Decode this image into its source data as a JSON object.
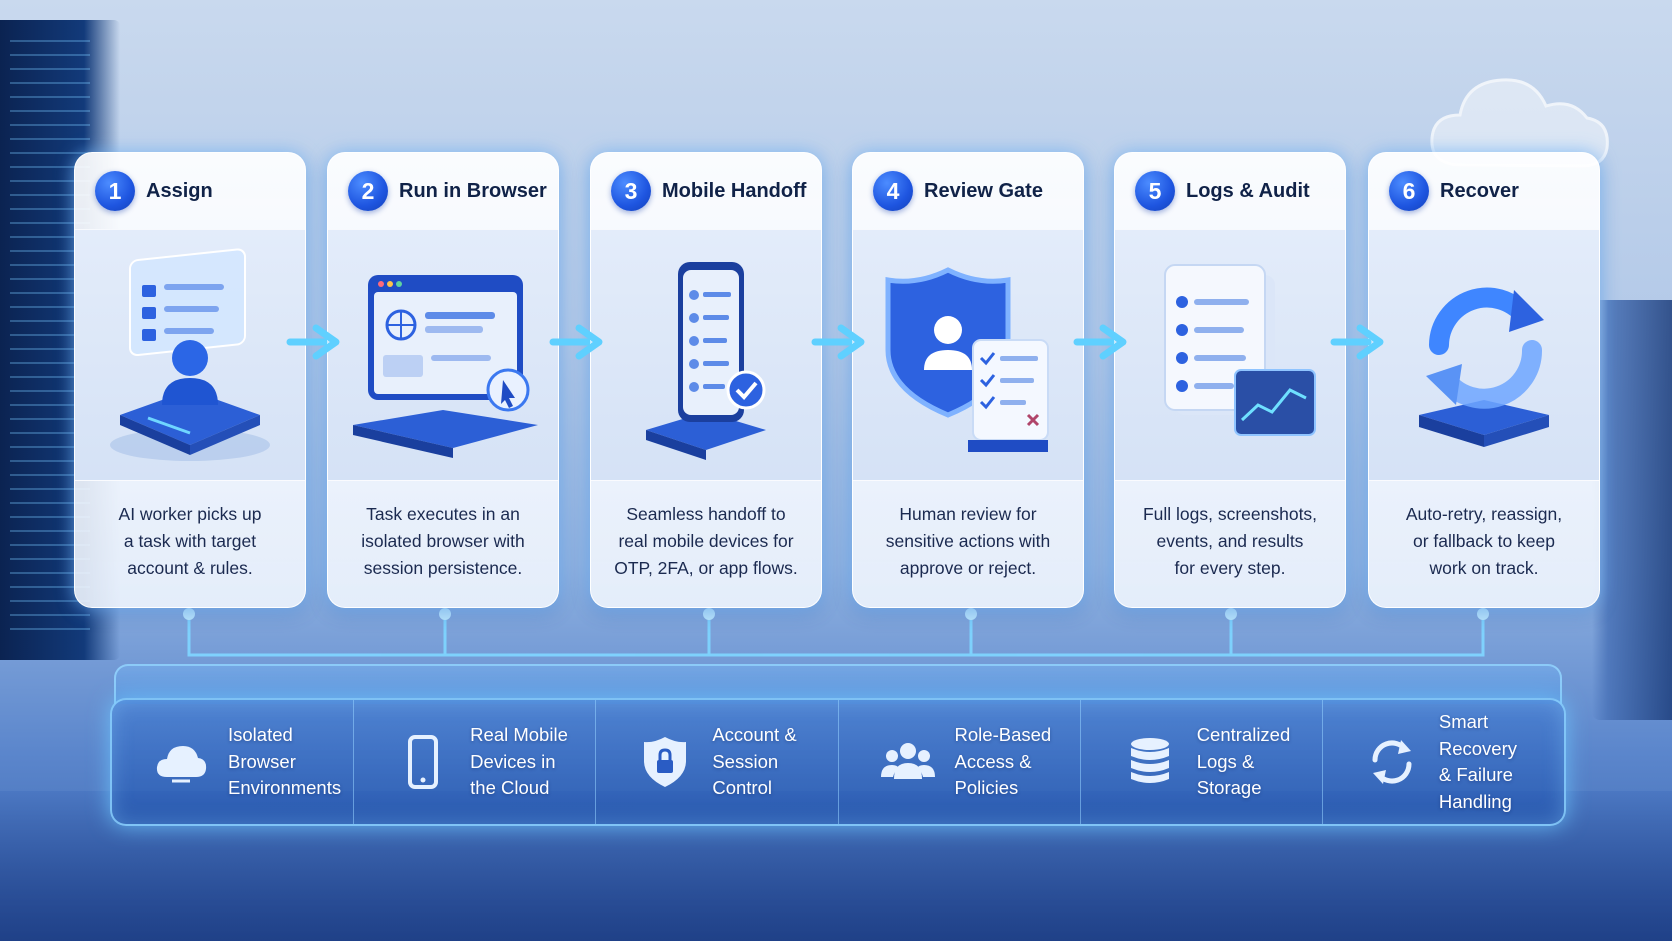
{
  "steps": [
    {
      "number": "1",
      "title": "Assign",
      "description": "AI worker picks up\na task with target\naccount & rules."
    },
    {
      "number": "2",
      "title": "Run in Browser",
      "description": "Task executes in an\nisolated browser with\nsession persistence."
    },
    {
      "number": "3",
      "title": "Mobile Handoff",
      "description": "Seamless handoff to\nreal mobile devices for\nOTP, 2FA, or app flows."
    },
    {
      "number": "4",
      "title": "Review Gate",
      "description": "Human review for\nsensitive actions with\napprove or reject."
    },
    {
      "number": "5",
      "title": "Logs & Audit",
      "description": "Full logs, screenshots,\nevents, and results\nfor every step."
    },
    {
      "number": "6",
      "title": "Recover",
      "description": "Auto-retry, reassign,\nor fallback to keep\nwork on track."
    }
  ],
  "features": [
    {
      "icon": "cloud-icon",
      "label": "Isolated\nBrowser\nEnvironments"
    },
    {
      "icon": "smartphone-icon",
      "label": "Real Mobile\nDevices in\nthe Cloud"
    },
    {
      "icon": "lock-shield-icon",
      "label": "Account &\nSession\nControl"
    },
    {
      "icon": "users-icon",
      "label": "Role-Based\nAccess &\nPolicies"
    },
    {
      "icon": "database-icon",
      "label": "Centralized\nLogs &\nStorage"
    },
    {
      "icon": "refresh-icon",
      "label": "Smart Recovery\n& Failure\nHandling"
    }
  ],
  "colors": {
    "accent": "#1e55e0",
    "arrow": "#5fd0ff",
    "glow": "#8fd6ff"
  }
}
